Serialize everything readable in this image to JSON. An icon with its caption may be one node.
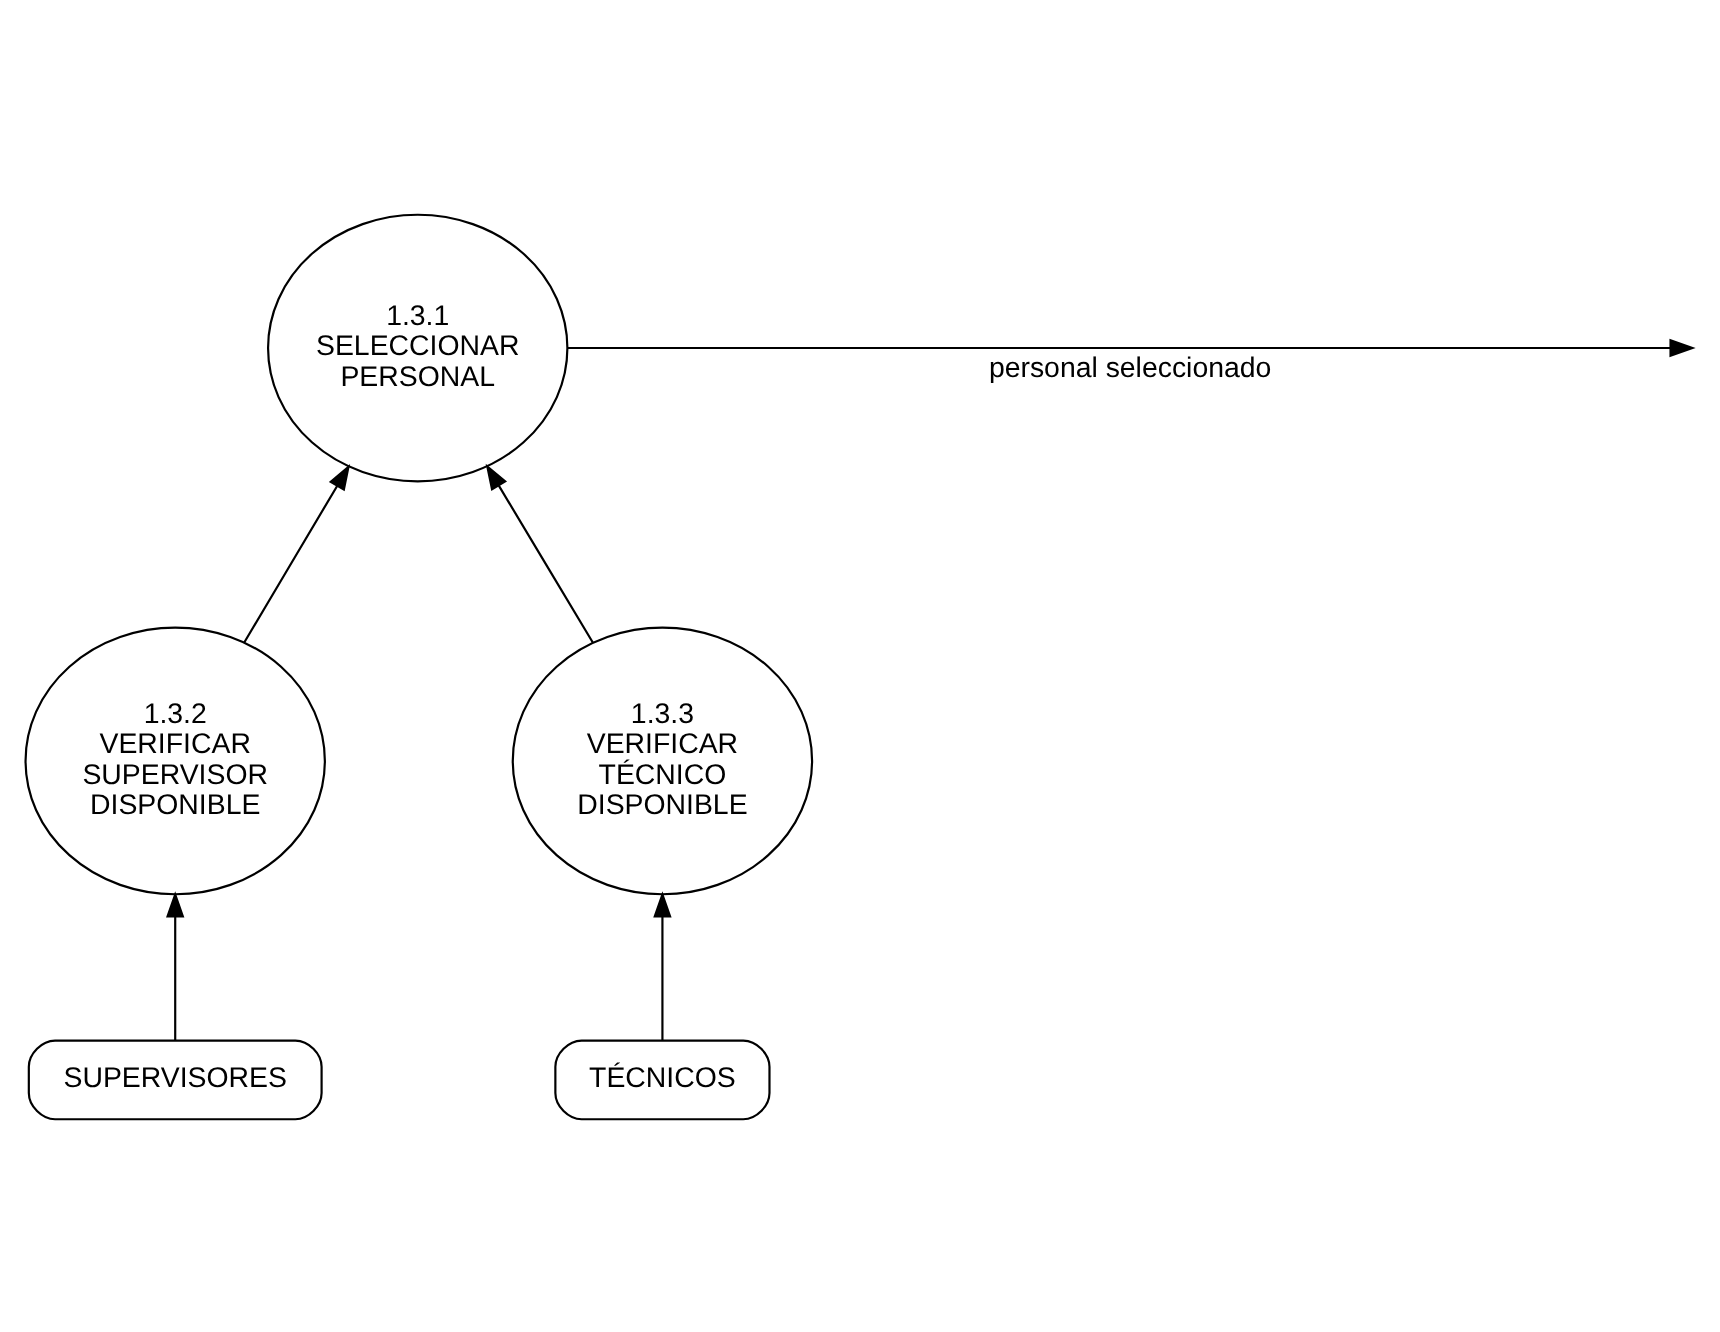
{
  "diagram": {
    "nodes": [
      {
        "text": [
          "1.3.1",
          "SELECCIONAR PERSONAL"
        ]
      },
      {
        "text": [
          "1.3.2",
          "VERIFICAR SUPERVISOR DISPONIBLE"
        ]
      },
      {
        "text": [
          "1.3.3",
          "VERIFICAR TÉCNICO DISPONIBLE"
        ]
      },
      {
        "text": [
          "SUPERVISORES"
        ]
      },
      {
        "text": [
          "TÉCNICOS"
        ]
      }
    ],
    "edges": [
      {
        "from": 1,
        "to": 0,
        "arrow": "to"
      },
      {
        "from": 2,
        "to": 0,
        "arrow": "to"
      },
      {
        "from": 0,
        "to": null,
        "arrow": "to",
        "label": "personal seleccionado"
      },
      {
        "from": 3,
        "to": 1,
        "arrow": "to"
      },
      {
        "from": 4,
        "to": 2,
        "arrow": "to"
      }
    ]
  }
}
